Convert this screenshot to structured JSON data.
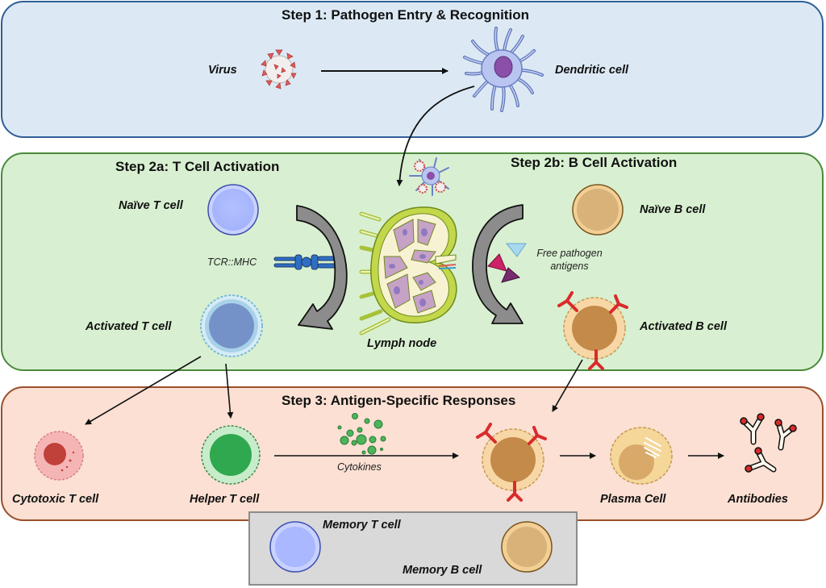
{
  "diagram": {
    "steps": {
      "step1": {
        "title": "Step 1: Pathogen Entry & Recognition",
        "virus_label": "Virus",
        "dendritic_label": "Dendritic cell"
      },
      "step2a": {
        "title": "Step 2a: T Cell Activation",
        "naive_t_label": "Naïve T cell",
        "tcr_label": "TCR::MHC",
        "activated_t_label": "Activated T cell"
      },
      "lymph_node_label": "Lymph node",
      "step2b": {
        "title": "Step 2b: B Cell Activation",
        "naive_b_label": "Naïve B cell",
        "antigens_label_line1": "Free pathogen",
        "antigens_label_line2": "antigens",
        "activated_b_label": "Activated B cell"
      },
      "step3": {
        "title": "Step 3: Antigen-Specific Responses",
        "cytotoxic_label": "Cytotoxic T cell",
        "helper_label": "Helper T cell",
        "cytokines_label": "Cytokines",
        "plasma_label": "Plasma Cell",
        "antibodies_label": "Antibodies"
      },
      "memory": {
        "memory_t_label": "Memory T cell",
        "memory_b_label": "Memory B cell"
      }
    },
    "colors": {
      "step1_bg": "#dce9f5",
      "step2_bg": "#d8f0d1",
      "step3_bg": "#fbe0d3",
      "memory_bg": "#d9d9d9",
      "t_cell": "#a9b8ff",
      "b_cell": "#d9b27a",
      "helper": "#2fa84f",
      "cytotoxic": "#c0413a",
      "antibody_red": "#d92b2b"
    }
  }
}
